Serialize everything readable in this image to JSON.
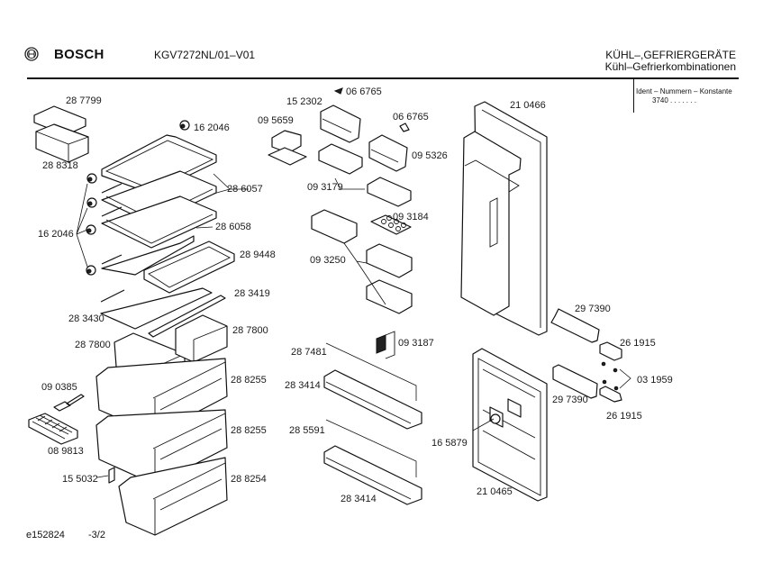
{
  "header": {
    "brand": "BOSCH",
    "logo_icon": "bosch-armature-logo-icon",
    "model": "KGV7272NL/01–V01",
    "category": "KÜHL–,GEFRIERGERÄTE",
    "subcategory": "Kühl–Gefrierkombinationen",
    "ident_label": "Ident – Nummern – Konstante",
    "ident_value": "3740  .  .     .  .  .  .  ."
  },
  "footer": {
    "drawing_id": "e152824",
    "page": "-3/2"
  },
  "parts": [
    {
      "id": "287799",
      "label": "28 7799",
      "name": "butter-dish-lid"
    },
    {
      "id": "288318",
      "label": "28 8318",
      "name": "butter-dish"
    },
    {
      "id": "162046a",
      "label": "16 2046",
      "name": "shelf-support-top"
    },
    {
      "id": "162046b",
      "label": "16 2046",
      "name": "shelf-supports"
    },
    {
      "id": "286057",
      "label": "28 6057",
      "name": "glass-shelf"
    },
    {
      "id": "286058",
      "label": "28 6058",
      "name": "glass-shelf-frame"
    },
    {
      "id": "289448",
      "label": "28 9448",
      "name": "shelf-frame"
    },
    {
      "id": "283419",
      "label": "28 3419",
      "name": "crisper-rail"
    },
    {
      "id": "283430",
      "label": "28 3430",
      "name": "crisper-cover-glass"
    },
    {
      "id": "287800a",
      "label": "28 7800",
      "name": "crisper-drawer-left"
    },
    {
      "id": "287800b",
      "label": "28 7800",
      "name": "crisper-drawer-right"
    },
    {
      "id": "288255a",
      "label": "28 8255",
      "name": "freezer-drawer-1"
    },
    {
      "id": "288255b",
      "label": "28 8255",
      "name": "freezer-drawer-2"
    },
    {
      "id": "288254",
      "label": "28 8254",
      "name": "freezer-drawer-3"
    },
    {
      "id": "090385",
      "label": "09 0385",
      "name": "ice-scraper"
    },
    {
      "id": "089813",
      "label": "08 9813",
      "name": "ice-cube-tray"
    },
    {
      "id": "155032",
      "label": "15 5032",
      "name": "drawer-label"
    },
    {
      "id": "095659",
      "label": "09 5659",
      "name": "door-compartment-small"
    },
    {
      "id": "152302",
      "label": "15 2302",
      "name": "door-compartment-flap"
    },
    {
      "id": "066765a",
      "label": "06 6765",
      "name": "hinge-pin-top"
    },
    {
      "id": "066765b",
      "label": "06 6765",
      "name": "hinge-pin"
    },
    {
      "id": "095326",
      "label": "09 5326",
      "name": "door-compartment-flap-2"
    },
    {
      "id": "093179",
      "label": "09 3179",
      "name": "door-tray-small"
    },
    {
      "id": "093184",
      "label": "09 3184",
      "name": "egg-tray"
    },
    {
      "id": "093250",
      "label": "09 3250",
      "name": "door-tray"
    },
    {
      "id": "093187",
      "label": "09 3187",
      "name": "bottle-stop"
    },
    {
      "id": "287481",
      "label": "28 7481",
      "name": "bottle-retainer-bar"
    },
    {
      "id": "283414a",
      "label": "28 3414",
      "name": "bottle-shelf-upper"
    },
    {
      "id": "285591",
      "label": "28 5591",
      "name": "bottle-retainer-bar-2"
    },
    {
      "id": "283414b",
      "label": "28 3414",
      "name": "bottle-shelf-lower"
    },
    {
      "id": "210466",
      "label": "21 0466",
      "name": "fridge-door"
    },
    {
      "id": "210465",
      "label": "21 0465",
      "name": "freezer-door"
    },
    {
      "id": "165879",
      "label": "16 5879",
      "name": "door-knob"
    },
    {
      "id": "297390a",
      "label": "29 7390",
      "name": "door-handle-upper"
    },
    {
      "id": "297390b",
      "label": "29 7390",
      "name": "door-handle-lower"
    },
    {
      "id": "261915a",
      "label": "26 1915",
      "name": "handle-cap-upper"
    },
    {
      "id": "261915b",
      "label": "26 1915",
      "name": "handle-cap-lower"
    },
    {
      "id": "031959",
      "label": "03 1959",
      "name": "screws"
    }
  ]
}
